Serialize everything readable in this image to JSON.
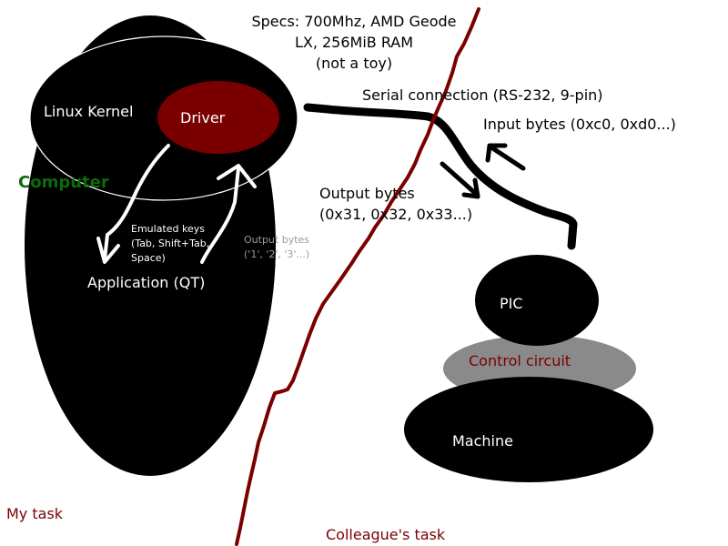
{
  "specs": {
    "line1": "Specs: 700Mhz, AMD Geode",
    "line2": "LX, 256MiB RAM",
    "line3": "(not a toy)"
  },
  "computer": {
    "label": "Computer",
    "kernel_label": "Linux Kernel",
    "driver_label": "Driver",
    "application_label": "Application (QT)",
    "emulated_keys": {
      "line1": "Emulated keys",
      "line2": "(Tab, Shift+Tab,",
      "line3": "Space)"
    },
    "output_bytes_small": {
      "line1": "Output bytes",
      "line2": "('1', '2', '3'...)"
    }
  },
  "serial": {
    "label": "Serial connection (RS-232, 9-pin)",
    "input_bytes": "Input bytes (0xc0, 0xd0...)",
    "output_bytes": {
      "line1": "Output bytes",
      "line2": "(0x31, 0x32, 0x33...)"
    }
  },
  "device": {
    "pic_label": "PIC",
    "control_label": "Control circuit",
    "machine_label": "Machine"
  },
  "tasks": {
    "mine": "My task",
    "colleague": "Colleague's task"
  },
  "colors": {
    "dark_red": "#7a0000",
    "green": "#0b6b0b",
    "gray_circuit": "#8a8a8a",
    "small_text_gray": "#9a9a9a"
  }
}
